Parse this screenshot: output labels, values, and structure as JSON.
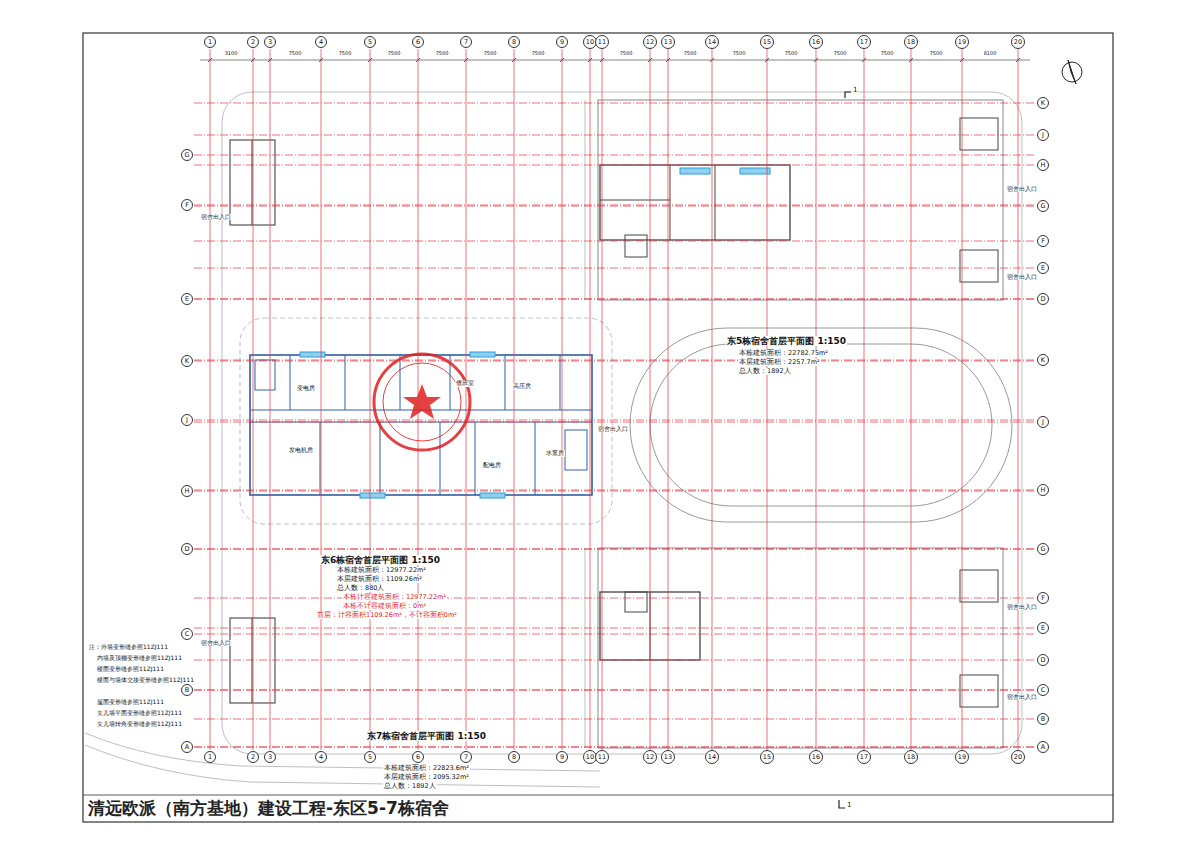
{
  "diagram": {
    "title": "清远欧派（南方基地）建设工程-东区5-7栋宿舍",
    "nodes": [
      {
        "text": [
          "1"
        ]
      },
      {
        "text": [
          "2"
        ]
      },
      {
        "text": [
          "3"
        ]
      },
      {
        "text": [
          "4"
        ]
      },
      {
        "text": [
          "5"
        ]
      },
      {
        "text": [
          "6"
        ]
      },
      {
        "text": [
          "7"
        ]
      },
      {
        "text": [
          "8"
        ]
      },
      {
        "text": [
          "9"
        ]
      },
      {
        "text": [
          "10"
        ]
      },
      {
        "text": [
          "11"
        ]
      },
      {
        "text": [
          "12"
        ]
      },
      {
        "text": [
          "13"
        ]
      },
      {
        "text": [
          "14"
        ]
      },
      {
        "text": [
          "15"
        ]
      },
      {
        "text": [
          "16"
        ]
      },
      {
        "text": [
          "17"
        ]
      },
      {
        "text": [
          "18"
        ]
      },
      {
        "text": [
          "19"
        ]
      },
      {
        "text": [
          "20"
        ]
      },
      {
        "text": [
          "G"
        ]
      },
      {
        "text": [
          "F"
        ]
      },
      {
        "text": [
          "E"
        ]
      },
      {
        "text": [
          "K"
        ]
      },
      {
        "text": [
          "J"
        ]
      },
      {
        "text": [
          "H"
        ]
      },
      {
        "text": [
          "D"
        ]
      },
      {
        "text": [
          "C"
        ]
      },
      {
        "text": [
          "B"
        ]
      },
      {
        "text": [
          "A"
        ]
      },
      {
        "text": [
          "K"
        ]
      },
      {
        "text": [
          "J"
        ]
      },
      {
        "text": [
          "H"
        ]
      },
      {
        "text": [
          "G"
        ]
      },
      {
        "text": [
          "F"
        ]
      },
      {
        "text": [
          "E"
        ]
      },
      {
        "text": [
          "D"
        ]
      },
      {
        "text": [
          "K"
        ]
      },
      {
        "text": [
          "J"
        ]
      },
      {
        "text": [
          "H"
        ]
      },
      {
        "text": [
          "G"
        ]
      },
      {
        "text": [
          "F"
        ]
      },
      {
        "text": [
          "E"
        ]
      },
      {
        "text": [
          "D"
        ]
      },
      {
        "text": [
          "C"
        ]
      },
      {
        "text": [
          "B"
        ]
      },
      {
        "text": [
          "A"
        ]
      },
      {
        "text": [
          "1"
        ]
      },
      {
        "text": [
          "2"
        ]
      },
      {
        "text": [
          "3"
        ]
      },
      {
        "text": [
          "4"
        ]
      },
      {
        "text": [
          "5"
        ]
      },
      {
        "text": [
          "6"
        ]
      },
      {
        "text": [
          "7"
        ]
      },
      {
        "text": [
          "8"
        ]
      },
      {
        "text": [
          "9"
        ]
      },
      {
        "text": [
          "10"
        ]
      },
      {
        "text": [
          "11"
        ]
      },
      {
        "text": [
          "12"
        ]
      },
      {
        "text": [
          "13"
        ]
      },
      {
        "text": [
          "14"
        ]
      },
      {
        "text": [
          "15"
        ]
      },
      {
        "text": [
          "16"
        ]
      },
      {
        "text": [
          "17"
        ]
      },
      {
        "text": [
          "18"
        ]
      },
      {
        "text": [
          "19"
        ]
      },
      {
        "text": [
          "20"
        ]
      }
    ],
    "labels": [
      "东5栋宿舍首层平面图 1:150",
      "本栋建筑面积：22782.75m²",
      "本层建筑面积：2257.7m²",
      "总人数：1892人",
      "东6栋宿舍首层平面图 1:150",
      "本栋建筑面积：12977.22m²",
      "本层建筑面积：1109.26m²",
      "总人数：880人",
      "本栋计容建筑面积：12977.22m²",
      "本栋不计容建筑面积：0m²",
      "首层：计容面积1109.26m²，不计容面积0m²",
      "东7栋宿舍首层平面图 1:150",
      "本栋建筑面积：22823.6m²",
      "本层建筑面积：2095.32m²",
      "总人数：1892人",
      "注：外墙变形缝参照11ZJ111",
      "内墙及顶棚变形缝参照11ZJ111",
      "楼面变形缝参照11ZJ111",
      "楼面与墙体交接变形缝参照11ZJ111",
      "屋面变形缝参照11ZJ111",
      "女儿墙平面变形缝参照11ZJ111",
      "女儿墙转角变形缝参照11ZJ111",
      "变电房",
      "值班室",
      "高压房",
      "发电机房",
      "配电房",
      "水泵房",
      "宿舍出入口",
      "宿舍出入口",
      "宿舍出入口",
      "宿舍出入口",
      "宿舍出入口",
      "宿舍出入口",
      "宿舍出入口",
      "1",
      "1",
      "3100",
      "7500",
      "7500",
      "7500",
      "7500",
      "7500",
      "7500",
      "7500",
      "7500",
      "7500",
      "7500",
      "7500",
      "7500",
      "7500",
      "8100"
    ]
  }
}
